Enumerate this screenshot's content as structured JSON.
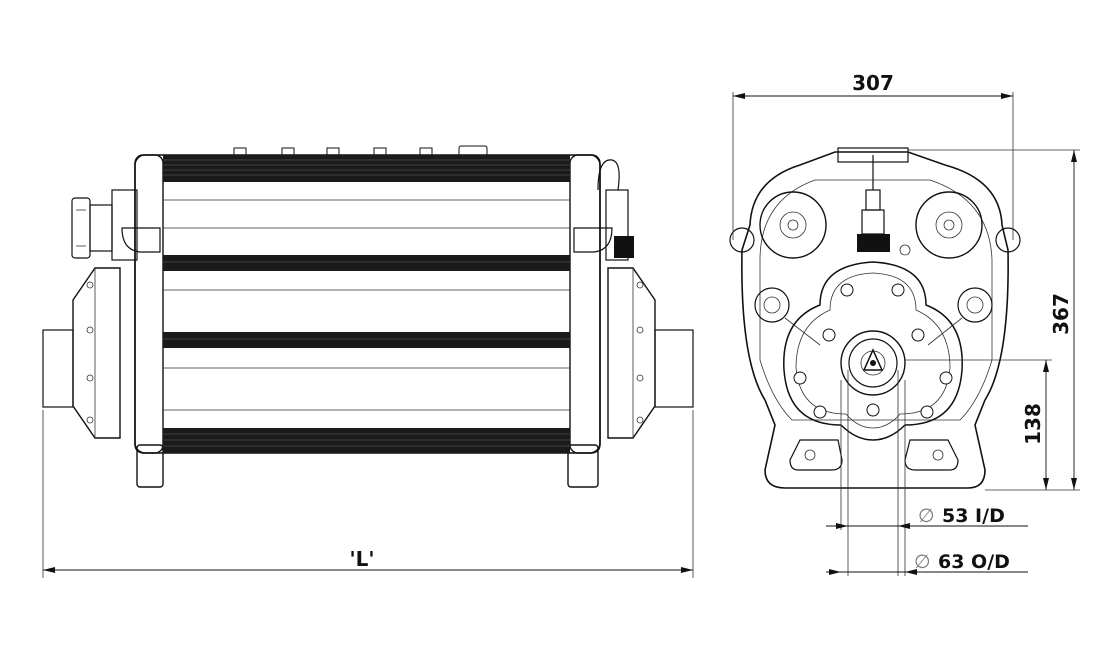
{
  "dimensions": {
    "width": "307",
    "height": "367",
    "axis_height": "138",
    "length": "'L'",
    "inner_diameter": "53 I/D",
    "outer_diameter": "63 O/D",
    "diameter_symbol": "∅"
  },
  "colors": {
    "line": "#111111",
    "fill": "#ffffff",
    "band": "#1a1a1a"
  }
}
